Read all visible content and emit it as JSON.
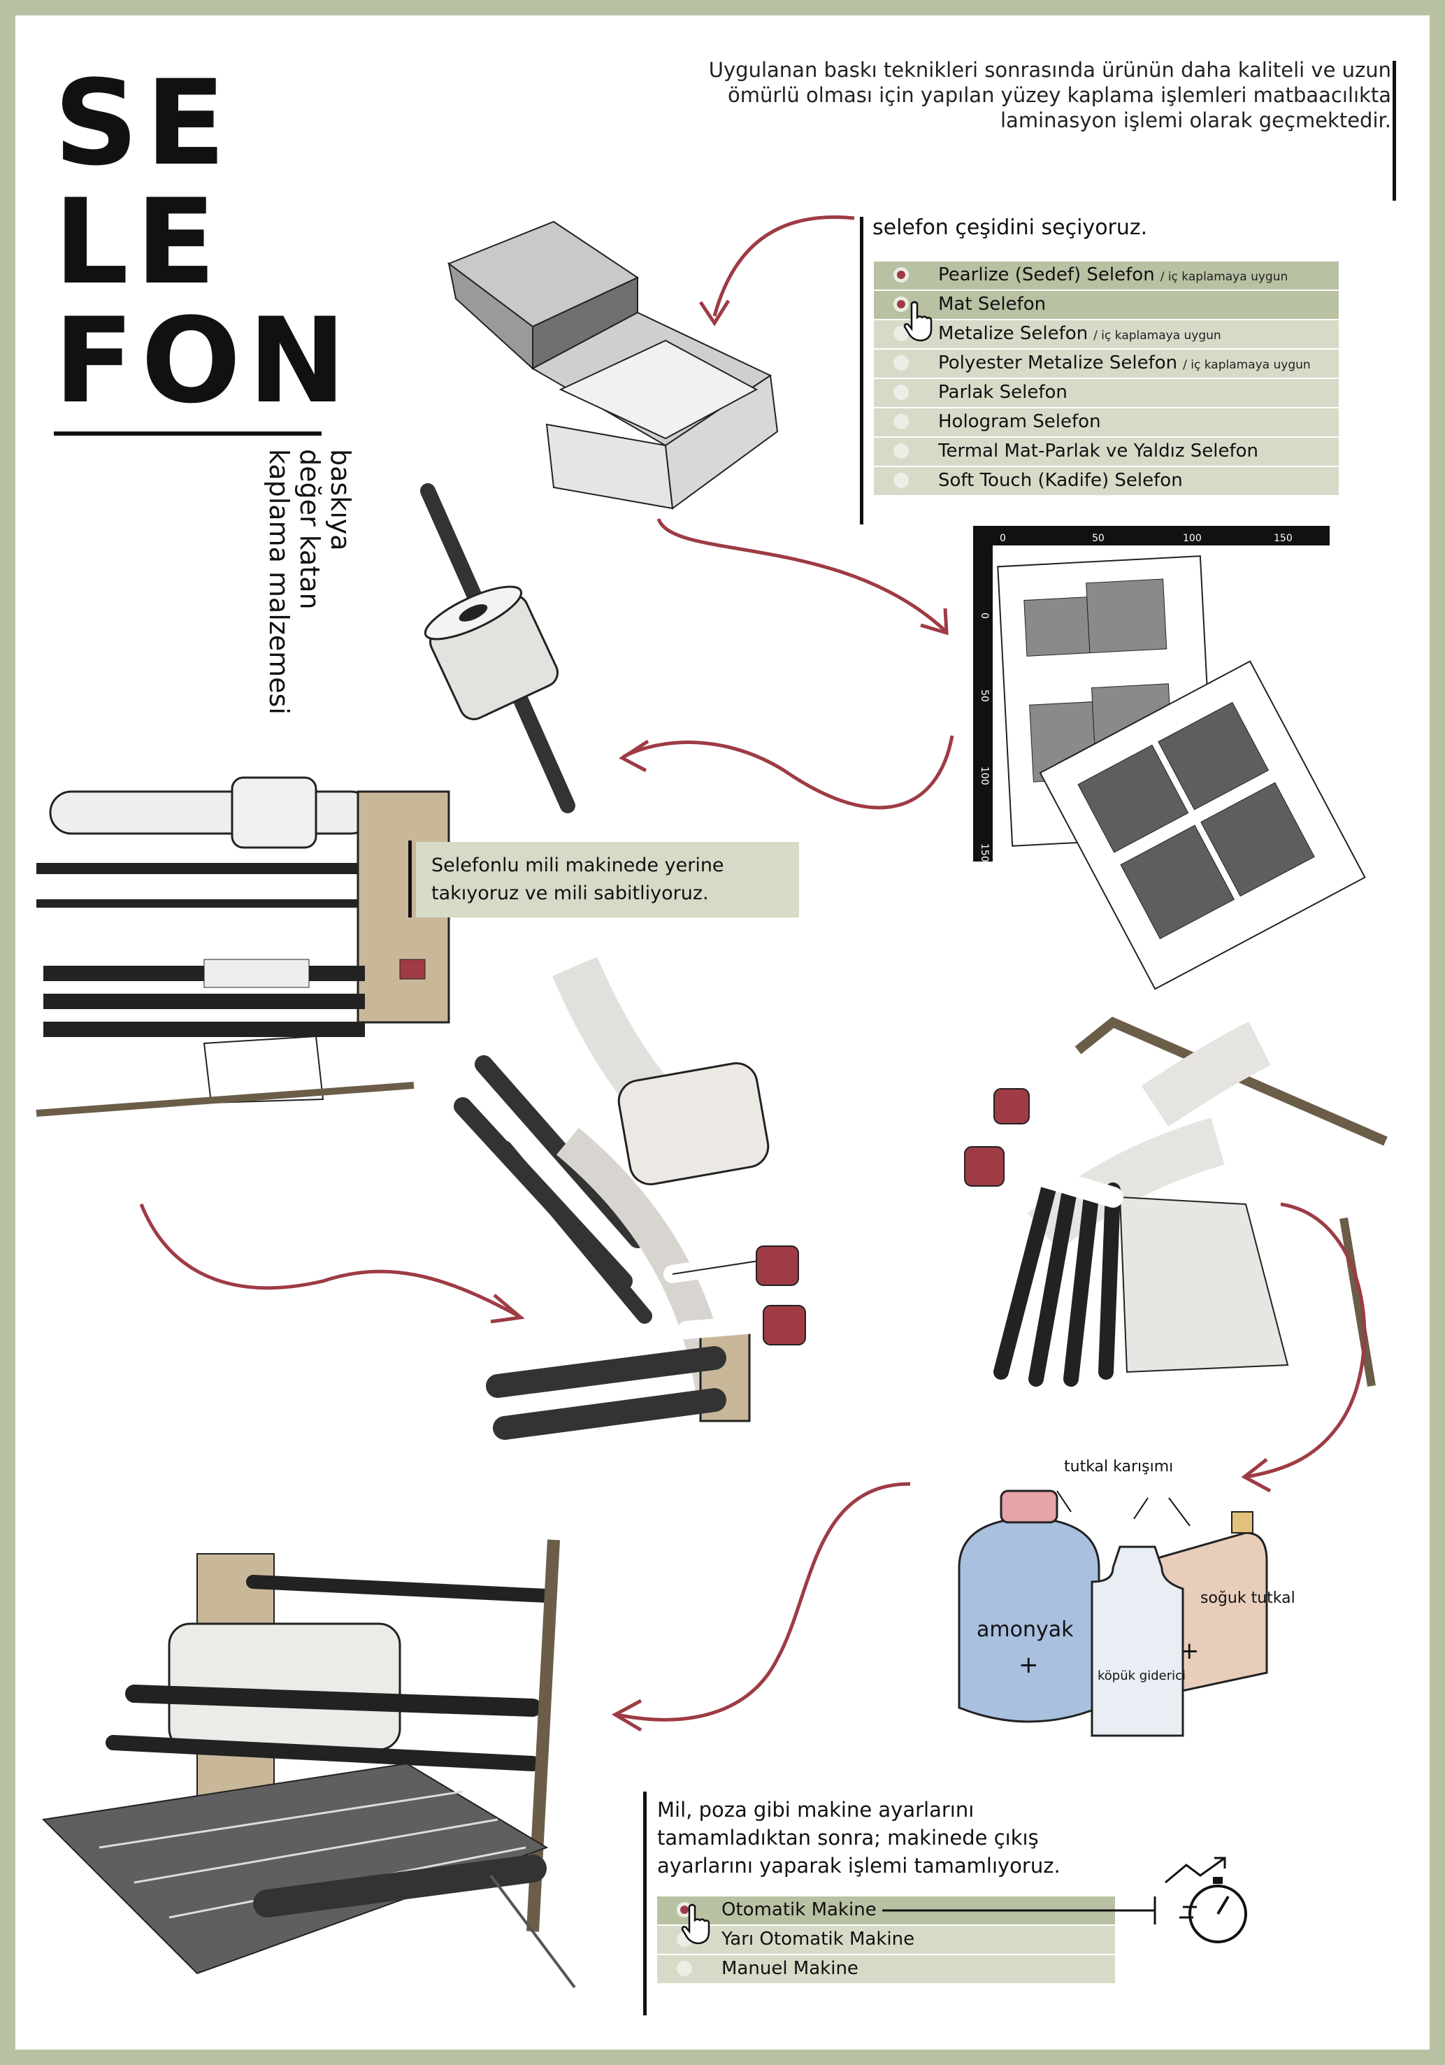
{
  "title": {
    "line1": "SE",
    "line2": "LE",
    "line3": "FON"
  },
  "subtitle": "baskıya\ndeğer katan\nkaplama malzemesi",
  "intro": "Uygulanan baskı teknikleri sonrasında ürünün daha kaliteli ve uzun ömürlü olması için yapılan yüzey kaplama işlemleri matbaacılıkta laminasyon işlemi olarak geçmektedir.",
  "selection": {
    "heading": "selefon çeşidini seçiyoruz.",
    "options": [
      {
        "label": "Pearlize (Sedef) Selefon",
        "note": "/ iç kaplamaya uygun"
      },
      {
        "label": "Mat Selefon",
        "note": ""
      },
      {
        "label": "Metalize Selefon",
        "note": "/ iç kaplamaya uygun"
      },
      {
        "label": "Polyester Metalize Selefon",
        "note": "/ iç kaplamaya uygun"
      },
      {
        "label": "Parlak Selefon",
        "note": ""
      },
      {
        "label": "Hologram Selefon",
        "note": ""
      },
      {
        "label": "Termal Mat-Parlak ve Yaldız Selefon",
        "note": ""
      },
      {
        "label": "Soft Touch (Kadife) Selefon",
        "note": ""
      }
    ]
  },
  "ruler": {
    "top_ticks": [
      "0",
      "50",
      "100",
      "150"
    ],
    "left_ticks": [
      "0",
      "50",
      "100",
      "150"
    ]
  },
  "mounting_note": "Selefonlu mili makinede yerine takıyoruz ve mili sabitliyoruz.",
  "glue": {
    "mix_label": "tutkal karışımı",
    "bottle1": "amonyak",
    "bottle2": "köpük giderici",
    "bottle3": "soğuk tutkal"
  },
  "final": {
    "text": "Mil, poza gibi makine ayarlarını tamamladıktan sonra; makinede çıkış ayarlarını yaparak işlemi tamamlıyoruz.",
    "options": [
      "Otomatik Makine",
      "Yarı Otomatik Makine",
      "Manuel Makine"
    ]
  },
  "colors": {
    "accent": "#9e3b44",
    "panel": "#d6dbc8",
    "panel_selected": "#b9c1a3",
    "border": "#b9c1a3"
  }
}
